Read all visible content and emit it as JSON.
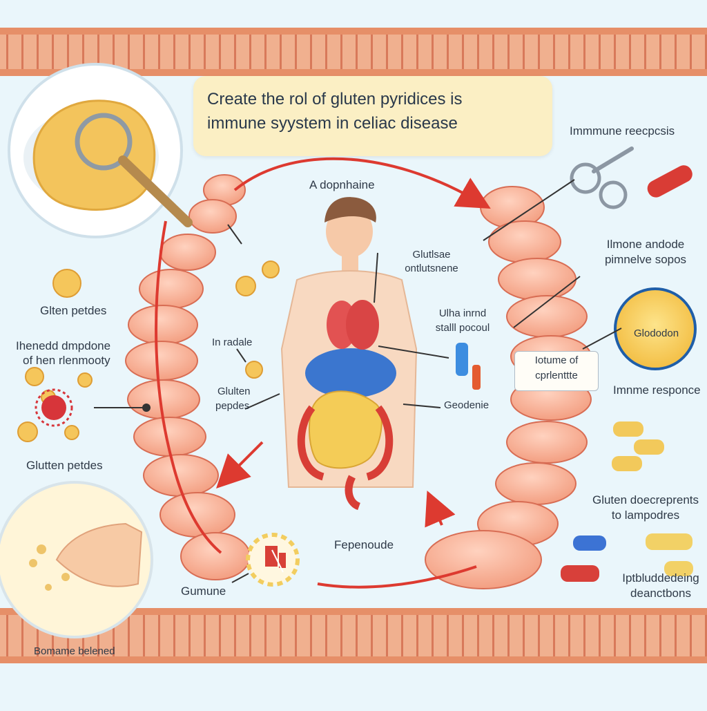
{
  "title": {
    "line1": "Create the rol of gluten pyridices is",
    "line2": "immune syystem in celiac disease"
  },
  "labels": {
    "top_center": "A dopnhaine",
    "upper_right": "Immmune reecpcsis",
    "right_mid_1": "Ilmone andode",
    "right_mid_2": "pimnelve sopos",
    "body_center_1": "Glutlsae",
    "body_center_2": "ontlutsnene",
    "body_right_1": "Ulha inrnd",
    "body_right_2": "stalll pocoul",
    "left_top": "Glten petdes",
    "left_mid_1": "Ihenedd dmpdone",
    "left_mid_2": "of hen rlenmooty",
    "left_bottom": "Glutten petdes",
    "inner_left_1": "In radale",
    "inner_left_2": "Glulten",
    "inner_left_3": "pepdes",
    "gcodenie": "Geodenie",
    "glodon": "Glododon",
    "box_1": "Iotume of",
    "box_2": "cprlenttte",
    "immune_response": "Imnme responce",
    "gluten_right_1": "Gluten doecreprents",
    "gluten_right_2": "to lampodres",
    "bottom_right_1": "Iptbluddedeing",
    "bottom_right_2": "deanctbons",
    "fepenoude": "Fepenoude",
    "gumune": "Gumune",
    "bottom_left": "Bomame belened"
  },
  "colors": {
    "background": "#eaf6fb",
    "villi": "#f0b08f",
    "villi_stroke": "#d8795a",
    "intestine": "#f4a489",
    "intestine_stroke": "#d86d54",
    "arrow": "#dd3a30",
    "title_box": "#fbefc4",
    "gluten": "#f2c95b"
  }
}
